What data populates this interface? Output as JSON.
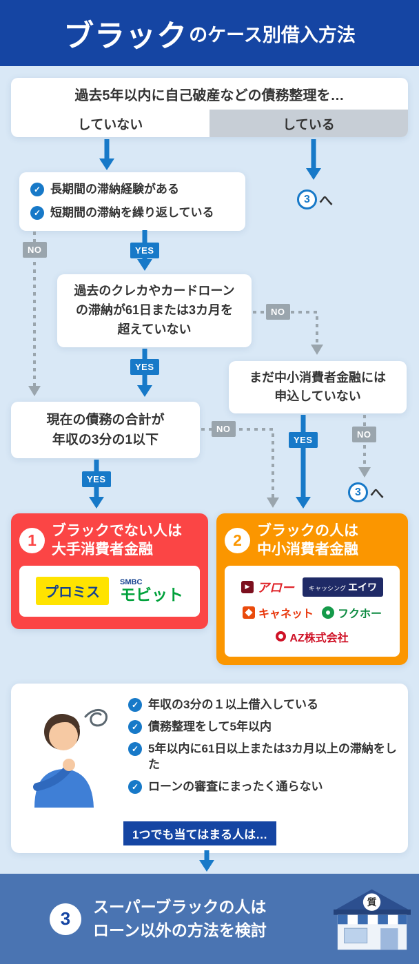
{
  "colors": {
    "header_bg": "#1545a3",
    "page_bg": "#d9e8f6",
    "blue": "#1779c8",
    "gray": "#9aa5ad",
    "red": "#fb4545",
    "orange": "#fb9600",
    "banner_bg": "#4a74b2"
  },
  "header": {
    "title_emphasis": "ブラック",
    "title_rest": "のケース別借入方法"
  },
  "labels": {
    "yes": "YES",
    "no": "NO"
  },
  "goto3": {
    "number": "3",
    "suffix": "へ"
  },
  "q1": {
    "title": "過去5年以内に自己破産などの債務整理を…",
    "option_left": "していない",
    "option_right": "している"
  },
  "conditions": {
    "delinquency_history": [
      "長期間の滞納経験がある",
      "短期間の滞納を繰り返している"
    ],
    "past_delinquency": "過去のクレカやカードローン\nの滞納が61日または3カ月を\n超えていない",
    "small_lender": "まだ中小消費者金融には\n申込していない",
    "current_debt": "現在の債務の合計が\n年収の3分の1以下"
  },
  "result1": {
    "number": "1",
    "title": "ブラックでない人は\n大手消費者金融",
    "logos": {
      "promise": "プロミス",
      "mobit_pre": "SMBC",
      "mobit": "モビット"
    }
  },
  "result2": {
    "number": "2",
    "title": "ブラックの人は\n中小消費者金融",
    "logos": {
      "arrow": "アロー",
      "eiwa_pre": "キャッシング",
      "eiwa": "エイワ",
      "canet": "キャネット",
      "fukuho": "フクホー",
      "az": "AZ株式会社"
    }
  },
  "supercheck": {
    "items": [
      "年収の3分の１以上借入している",
      "債務整理をして5年以内",
      "5年以内に61日以上または3カ月以上の滞納をした",
      "ローンの審査にまったく通らない"
    ],
    "label": "1つでも当てはまる人は…"
  },
  "banner": {
    "number": "3",
    "title": "スーパーブラックの人は\nローン以外の方法を検討",
    "shop_sign": "質"
  }
}
